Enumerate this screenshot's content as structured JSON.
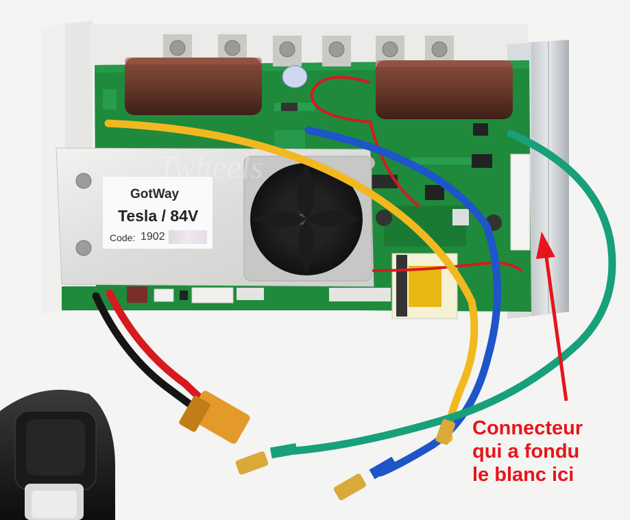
{
  "heatsink_label": {
    "brand": "GotWay",
    "model": "Tesla / 84V",
    "code_label": "Code:",
    "code_value": "1902"
  },
  "callout": {
    "line1": "Connecteur",
    "line2": "qui a fondu",
    "line3": "le blanc ici",
    "color": "#e8141b"
  },
  "colors": {
    "pcb": "#1f8a3c",
    "capacitor": "#6b3a2c",
    "wire_yellow": "#f2b81f",
    "wire_blue": "#1e55c9",
    "wire_green": "#17a07a",
    "wire_red": "#d71920",
    "connector_yellow": "#e39a2a"
  }
}
